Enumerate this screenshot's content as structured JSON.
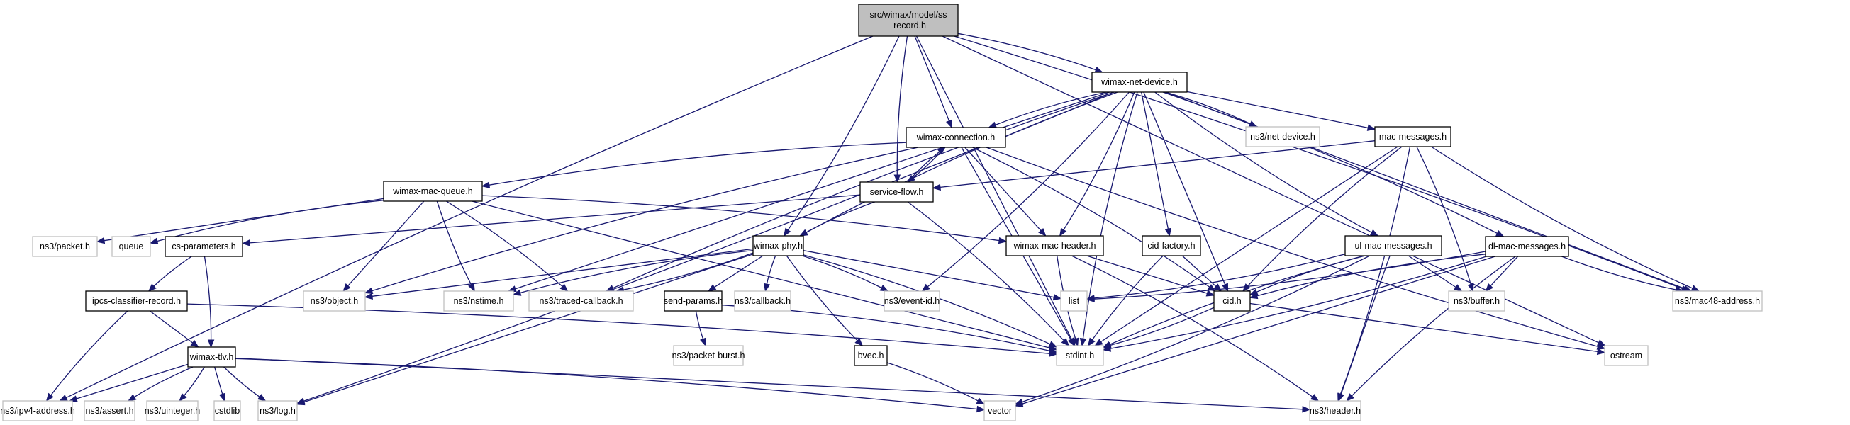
{
  "diagram": {
    "type": "include-dependency-graph",
    "colors": {
      "edge": "#191970",
      "root_fill": "#bfbfbf",
      "internal_border": "#000000",
      "external_border": "#bfbfbf",
      "background": "#ffffff"
    },
    "nodes": [
      {
        "id": "root",
        "label_lines": [
          "src/wimax/model/ss",
          "-record.h"
        ],
        "kind": "root"
      },
      {
        "id": "wimax-net-device",
        "label_lines": [
          "wimax-net-device.h"
        ],
        "kind": "internal"
      },
      {
        "id": "wimax-connection",
        "label_lines": [
          "wimax-connection.h"
        ],
        "kind": "internal"
      },
      {
        "id": "ns3-net-device",
        "label_lines": [
          "ns3/net-device.h"
        ],
        "kind": "external"
      },
      {
        "id": "mac-messages",
        "label_lines": [
          "mac-messages.h"
        ],
        "kind": "internal"
      },
      {
        "id": "wimax-mac-queue",
        "label_lines": [
          "wimax-mac-queue.h"
        ],
        "kind": "internal"
      },
      {
        "id": "service-flow",
        "label_lines": [
          "service-flow.h"
        ],
        "kind": "internal"
      },
      {
        "id": "ns3-packet",
        "label_lines": [
          "ns3/packet.h"
        ],
        "kind": "external"
      },
      {
        "id": "queue",
        "label_lines": [
          "queue"
        ],
        "kind": "external"
      },
      {
        "id": "cs-parameters",
        "label_lines": [
          "cs-parameters.h"
        ],
        "kind": "internal"
      },
      {
        "id": "wimax-phy",
        "label_lines": [
          "wimax-phy.h"
        ],
        "kind": "internal"
      },
      {
        "id": "wimax-mac-header",
        "label_lines": [
          "wimax-mac-header.h"
        ],
        "kind": "internal"
      },
      {
        "id": "cid-factory",
        "label_lines": [
          "cid-factory.h"
        ],
        "kind": "internal"
      },
      {
        "id": "ul-mac-messages",
        "label_lines": [
          "ul-mac-messages.h"
        ],
        "kind": "internal"
      },
      {
        "id": "dl-mac-messages",
        "label_lines": [
          "dl-mac-messages.h"
        ],
        "kind": "internal"
      },
      {
        "id": "ipcs-classifier-record",
        "label_lines": [
          "ipcs-classifier-record.h"
        ],
        "kind": "internal"
      },
      {
        "id": "ns3-object",
        "label_lines": [
          "ns3/object.h"
        ],
        "kind": "external"
      },
      {
        "id": "ns3-nstime",
        "label_lines": [
          "ns3/nstime.h"
        ],
        "kind": "external"
      },
      {
        "id": "ns3-traced-callback",
        "label_lines": [
          "ns3/traced-callback.h"
        ],
        "kind": "external"
      },
      {
        "id": "send-params",
        "label_lines": [
          "send-params.h"
        ],
        "kind": "internal"
      },
      {
        "id": "ns3-callback",
        "label_lines": [
          "ns3/callback.h"
        ],
        "kind": "external"
      },
      {
        "id": "ns3-event-id",
        "label_lines": [
          "ns3/event-id.h"
        ],
        "kind": "external"
      },
      {
        "id": "list",
        "label_lines": [
          "list"
        ],
        "kind": "external"
      },
      {
        "id": "cid",
        "label_lines": [
          "cid.h"
        ],
        "kind": "internal"
      },
      {
        "id": "ns3-buffer",
        "label_lines": [
          "ns3/buffer.h"
        ],
        "kind": "external"
      },
      {
        "id": "ns3-mac48-address",
        "label_lines": [
          "ns3/mac48-address.h"
        ],
        "kind": "external"
      },
      {
        "id": "wimax-tlv",
        "label_lines": [
          "wimax-tlv.h"
        ],
        "kind": "internal"
      },
      {
        "id": "ns3-packet-burst",
        "label_lines": [
          "ns3/packet-burst.h"
        ],
        "kind": "external"
      },
      {
        "id": "bvec",
        "label_lines": [
          "bvec.h"
        ],
        "kind": "internal"
      },
      {
        "id": "stdint",
        "label_lines": [
          "stdint.h"
        ],
        "kind": "external"
      },
      {
        "id": "ostream",
        "label_lines": [
          "ostream"
        ],
        "kind": "external"
      },
      {
        "id": "ns3-ipv4-address",
        "label_lines": [
          "ns3/ipv4-address.h"
        ],
        "kind": "external"
      },
      {
        "id": "ns3-assert",
        "label_lines": [
          "ns3/assert.h"
        ],
        "kind": "external"
      },
      {
        "id": "ns3-uinteger",
        "label_lines": [
          "ns3/uinteger.h"
        ],
        "kind": "external"
      },
      {
        "id": "cstdlib",
        "label_lines": [
          "cstdlib"
        ],
        "kind": "external"
      },
      {
        "id": "ns3-log",
        "label_lines": [
          "ns3/log.h"
        ],
        "kind": "external"
      },
      {
        "id": "vector",
        "label_lines": [
          "vector"
        ],
        "kind": "external"
      },
      {
        "id": "ns3-header",
        "label_lines": [
          "ns3/header.h"
        ],
        "kind": "external"
      }
    ],
    "edges": [
      [
        "root",
        "wimax-net-device"
      ],
      [
        "root",
        "wimax-connection"
      ],
      [
        "root",
        "service-flow"
      ],
      [
        "root",
        "wimax-phy"
      ],
      [
        "root",
        "stdint"
      ],
      [
        "root",
        "ns3-ipv4-address"
      ],
      [
        "root",
        "ns3-mac48-address"
      ],
      [
        "root",
        "ostream"
      ],
      [
        "wimax-net-device",
        "wimax-connection"
      ],
      [
        "wimax-net-device",
        "ns3-net-device"
      ],
      [
        "wimax-net-device",
        "mac-messages"
      ],
      [
        "wimax-net-device",
        "wimax-phy"
      ],
      [
        "wimax-net-device",
        "wimax-mac-header"
      ],
      [
        "wimax-net-device",
        "cid-factory"
      ],
      [
        "wimax-net-device",
        "ul-mac-messages"
      ],
      [
        "wimax-net-device",
        "dl-mac-messages"
      ],
      [
        "wimax-net-device",
        "ns3-nstime"
      ],
      [
        "wimax-net-device",
        "ns3-traced-callback"
      ],
      [
        "wimax-net-device",
        "ns3-event-id"
      ],
      [
        "wimax-net-device",
        "cid"
      ],
      [
        "wimax-net-device",
        "stdint"
      ],
      [
        "wimax-net-device",
        "ns3-log"
      ],
      [
        "wimax-net-device",
        "ns3-mac48-address"
      ],
      [
        "wimax-connection",
        "wimax-mac-queue"
      ],
      [
        "wimax-connection",
        "service-flow"
      ],
      [
        "wimax-connection",
        "wimax-mac-header"
      ],
      [
        "wimax-connection",
        "ns3-object"
      ],
      [
        "wimax-connection",
        "cid"
      ],
      [
        "wimax-connection",
        "stdint"
      ],
      [
        "wimax-connection",
        "ostream"
      ],
      [
        "service-flow",
        "wimax-connection"
      ],
      [
        "service-flow",
        "cs-parameters"
      ],
      [
        "service-flow",
        "wimax-phy"
      ],
      [
        "service-flow",
        "stdint"
      ],
      [
        "mac-messages",
        "service-flow"
      ],
      [
        "mac-messages",
        "cid"
      ],
      [
        "mac-messages",
        "ns3-buffer"
      ],
      [
        "mac-messages",
        "stdint"
      ],
      [
        "mac-messages",
        "ns3-mac48-address"
      ],
      [
        "mac-messages",
        "ns3-header"
      ],
      [
        "wimax-mac-queue",
        "ns3-packet"
      ],
      [
        "wimax-mac-queue",
        "queue"
      ],
      [
        "wimax-mac-queue",
        "wimax-mac-header"
      ],
      [
        "wimax-mac-queue",
        "ns3-object"
      ],
      [
        "wimax-mac-queue",
        "ns3-nstime"
      ],
      [
        "wimax-mac-queue",
        "ns3-traced-callback"
      ],
      [
        "wimax-mac-queue",
        "stdint"
      ],
      [
        "cs-parameters",
        "ipcs-classifier-record"
      ],
      [
        "cs-parameters",
        "wimax-tlv"
      ],
      [
        "ipcs-classifier-record",
        "wimax-tlv"
      ],
      [
        "ipcs-classifier-record",
        "ns3-ipv4-address"
      ],
      [
        "ipcs-classifier-record",
        "stdint"
      ],
      [
        "wimax-phy",
        "ns3-object"
      ],
      [
        "wimax-phy",
        "ns3-nstime"
      ],
      [
        "wimax-phy",
        "ns3-traced-callback"
      ],
      [
        "wimax-phy",
        "send-params"
      ],
      [
        "wimax-phy",
        "ns3-callback"
      ],
      [
        "wimax-phy",
        "ns3-event-id"
      ],
      [
        "wimax-phy",
        "list"
      ],
      [
        "wimax-phy",
        "bvec"
      ],
      [
        "wimax-phy",
        "stdint"
      ],
      [
        "wimax-phy",
        "ns3-log"
      ],
      [
        "send-params",
        "ns3-packet-burst"
      ],
      [
        "send-params",
        "stdint"
      ],
      [
        "wimax-mac-header",
        "cid"
      ],
      [
        "wimax-mac-header",
        "stdint"
      ],
      [
        "wimax-mac-header",
        "ns3-header"
      ],
      [
        "cid-factory",
        "cid"
      ],
      [
        "cid-factory",
        "stdint"
      ],
      [
        "cid",
        "stdint"
      ],
      [
        "cid",
        "ostream"
      ],
      [
        "ul-mac-messages",
        "cid"
      ],
      [
        "ul-mac-messages",
        "list"
      ],
      [
        "ul-mac-messages",
        "ns3-buffer"
      ],
      [
        "ul-mac-messages",
        "stdint"
      ],
      [
        "ul-mac-messages",
        "vector"
      ],
      [
        "ul-mac-messages",
        "ns3-header"
      ],
      [
        "dl-mac-messages",
        "cid"
      ],
      [
        "dl-mac-messages",
        "list"
      ],
      [
        "dl-mac-messages",
        "ns3-buffer"
      ],
      [
        "dl-mac-messages",
        "ns3-mac48-address"
      ],
      [
        "dl-mac-messages",
        "stdint"
      ],
      [
        "dl-mac-messages",
        "vector"
      ],
      [
        "dl-mac-messages",
        "ns3-header"
      ],
      [
        "bvec",
        "vector"
      ],
      [
        "wimax-tlv",
        "ns3-ipv4-address"
      ],
      [
        "wimax-tlv",
        "ns3-assert"
      ],
      [
        "wimax-tlv",
        "ns3-uinteger"
      ],
      [
        "wimax-tlv",
        "cstdlib"
      ],
      [
        "wimax-tlv",
        "ns3-log"
      ],
      [
        "wimax-tlv",
        "vector"
      ],
      [
        "wimax-tlv",
        "ns3-header"
      ]
    ]
  }
}
